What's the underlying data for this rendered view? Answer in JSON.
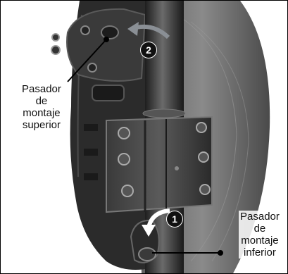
{
  "callouts": {
    "upper": [
      "Pasador",
      "de",
      "montaje",
      "superior"
    ],
    "lower": [
      "Pasador",
      "de",
      "montaje",
      "inferior"
    ]
  },
  "steps": [
    "1",
    "2"
  ],
  "colors": {
    "plastic": "#2b2b2b",
    "fabric": "#6f6f6f",
    "post": "#4a4a4a",
    "arrow": "#8a8f95"
  }
}
